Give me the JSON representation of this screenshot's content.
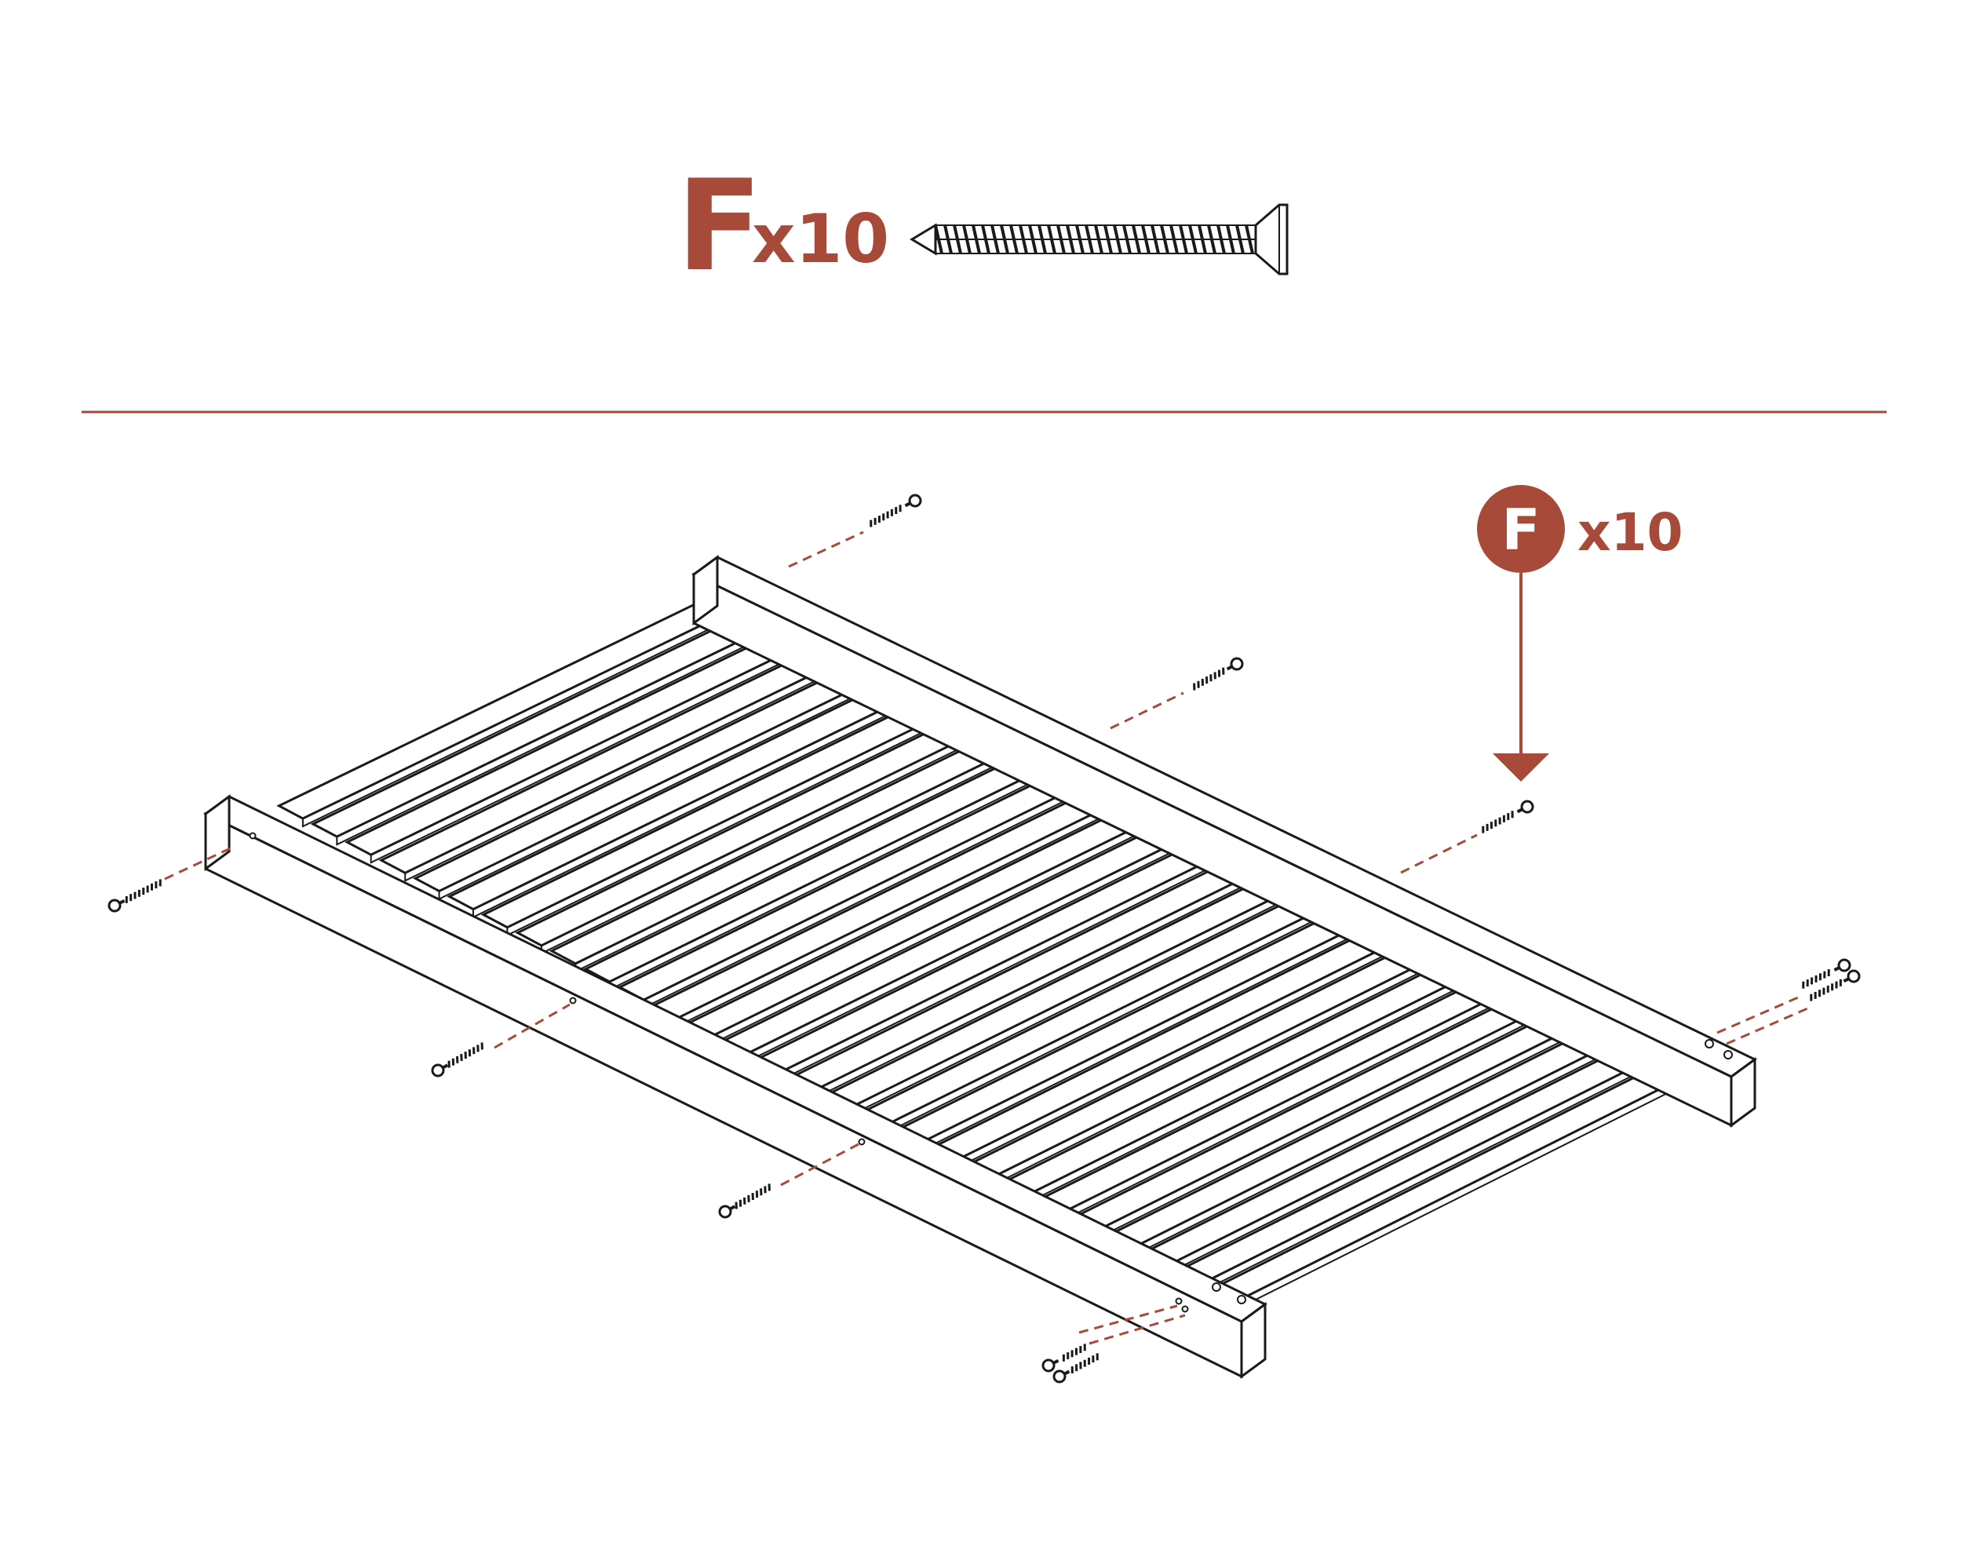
{
  "colors": {
    "accent": "#a84a3a",
    "line": "#1a1a1a",
    "background": "#ffffff"
  },
  "header": {
    "part_letter": "F",
    "quantity": "x10",
    "part_icon": "screw-icon"
  },
  "step": {
    "badge_letter": "F",
    "badge_quantity": "x10",
    "badge_icon": "callout-circle-icon",
    "arrow_icon": "arrow-down-icon",
    "screw_count": 10
  },
  "assembly": {
    "slat_count": 28,
    "parts": [
      "left-rail",
      "right-rail",
      "slats",
      "screws"
    ]
  }
}
